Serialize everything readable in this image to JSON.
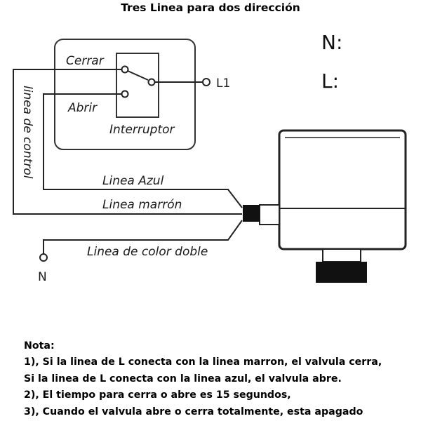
{
  "title": "Tres Linea para dos dirección",
  "labels": {
    "n_top": "N:",
    "l_top": "L:",
    "cerrar": "Cerrar",
    "abrir": "Abrir",
    "interruptor": "Interruptor",
    "l1": "L1",
    "linea_de_control": "linea de control",
    "linea_azul": "Linea Azul",
    "linea_marron": "Linea marrón",
    "linea_color_doble": "Linea de color doble",
    "n_bottom": "N"
  },
  "notes": {
    "heading": "Nota:",
    "lines": [
      "1), Si la linea de L conecta con la linea marron, el valvula cerra,",
      "Si la linea de L conecta con la linea azul, el valvula abre.",
      "2), El tiempo para cerra o abre es 15 segundos,",
      "3), Cuando el valvula abre o cerra totalmente, esta apagado"
    ]
  }
}
